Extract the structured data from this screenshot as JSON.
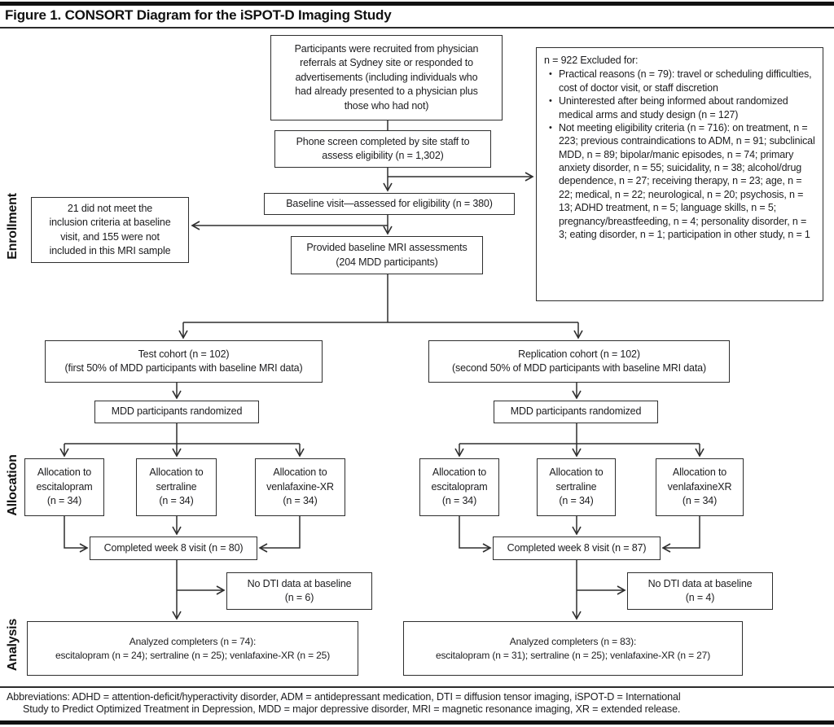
{
  "title": "Figure 1. CONSORT Diagram for the iSPOT-D Imaging Study",
  "side_labels": {
    "enrollment": "Enrollment",
    "allocation": "Allocation",
    "analysis": "Analysis"
  },
  "boxes": {
    "recruit": "Participants were recruited from physician\nreferrals at Sydney site or responded to\nadvertisements (including individuals who\nhad already presented to a physician plus\nthose who had not)",
    "phone_screen": "Phone screen completed by site staff to\nassess eligibility (n = 1,302)",
    "excluded": {
      "header": "n = 922 Excluded for:",
      "bullet": "•",
      "items": [
        "Practical reasons (n = 79): travel or scheduling difficulties, cost of doctor visit, or staff discretion",
        "Uninterested after being informed about randomized medical arms and study design (n = 127)",
        "Not meeting eligibility criteria (n = 716): on treatment, n = 223; previous contraindications to ADM, n = 91; subclinical MDD, n = 89; bipolar/manic episodes, n = 74; primary anxiety disorder, n = 55; suicidality, n = 38; alcohol/drug dependence, n = 27; receiving therapy, n = 23; age, n = 22; medical, n = 22; neurological, n = 20; psychosis, n = 13; ADHD treatment, n = 5; language skills, n = 5; pregnancy/breastfeeding, n = 4; personality disorder, n = 3; eating disorder, n = 1; participation in other study, n = 1"
      ]
    },
    "baseline_visit": "Baseline visit—assessed for eligibility (n = 380)",
    "not_included": "21 did not meet the\ninclusion criteria at baseline\nvisit, and 155 were not\nincluded in this MRI sample",
    "mri_assessments": "Provided baseline MRI assessments\n(204 MDD participants)",
    "test_cohort": "Test cohort (n = 102)\n(first 50% of MDD participants with baseline MRI data)",
    "replication_cohort": "Replication cohort (n = 102)\n(second 50% of MDD participants with baseline MRI data)",
    "randomized_left": "MDD participants randomized",
    "randomized_right": "MDD participants randomized",
    "alloc_left": [
      "Allocation to\nescitalopram\n(n = 34)",
      "Allocation to\nsertraline\n(n = 34)",
      "Allocation to\nvenlafaxine-XR\n(n = 34)"
    ],
    "alloc_right": [
      "Allocation to\nescitalopram\n(n = 34)",
      "Allocation to\nsertraline\n(n = 34)",
      "Allocation to\nvenlafaxineXR\n(n = 34)"
    ],
    "completed_left": "Completed week 8 visit (n = 80)",
    "completed_right": "Completed week 8 visit (n = 87)",
    "no_dti_left": "No DTI data at baseline\n(n = 6)",
    "no_dti_right": "No DTI data at baseline\n(n = 4)",
    "analyzed_left": "Analyzed completers (n = 74):\nescitalopram (n = 24); sertraline (n = 25); venlafaxine-XR (n = 25)",
    "analyzed_right": "Analyzed completers (n = 83):\nescitalopram (n = 31); sertraline (n = 25); venlafaxine-XR (n = 27)"
  },
  "footer": {
    "abbreviations": "Abbreviations: ADHD = attention-deficit/hyperactivity disorder, ADM = antidepressant medication, DTI = diffusion tensor imaging, iSPOT-D = International\nStudy to Predict Optimized Treatment in Depression, MDD = major depressive disorder, MRI = magnetic resonance imaging, XR = extended release."
  },
  "colors": {
    "ink": "#1c1c1e",
    "line": "#2e2e2e",
    "bar": "#111111"
  }
}
